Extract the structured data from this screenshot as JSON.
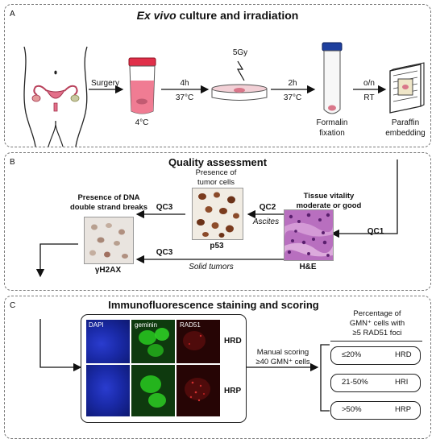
{
  "panelA": {
    "letter": "A",
    "title_italic": "Ex vivo",
    "title_rest": " culture and irradiation",
    "surgery": "Surgery",
    "temp_4c": "4°C",
    "step1_time": "4h",
    "step1_temp": "37°C",
    "dose": "5Gy",
    "step2_time": "2h",
    "step2_temp": "37°C",
    "formalin_line1": "Formalin",
    "formalin_line2": "fixation",
    "step3_time": "o/n",
    "step3_temp": "RT",
    "paraffin_line1": "Paraffin",
    "paraffin_line2": "embedding"
  },
  "panelB": {
    "letter": "B",
    "title": "Quality assessment",
    "tumor_line1": "Presence of",
    "tumor_line2": "tumor cells",
    "dna_line1": "Presence of DNA",
    "dna_line2": "double strand breaks",
    "vitality_line1": "Tissue vitality",
    "vitality_line2": "moderate or good",
    "qc1": "QC1",
    "qc2": "QC2",
    "qc3_top": "QC3",
    "qc3_bottom": "QC3",
    "ascites": "Ascites",
    "solid": "Solid tumors",
    "p53": "p53",
    "gh2ax": "γH2AX",
    "he": "H&E"
  },
  "panelC": {
    "letter": "C",
    "title": "Immunofluorescence staining and scoring",
    "channels": [
      "DAPI",
      "geminin",
      "RAD51"
    ],
    "row_hrd": "HRD",
    "row_hrp": "HRP",
    "manual_line1": "Manual scoring",
    "manual_line2": "≥40 GMN⁺ cells",
    "pct_line1": "Percentage of",
    "pct_line2": "GMN⁺ cells with",
    "pct_line3": "≥5 RAD51 foci",
    "results": [
      {
        "range": "≤20%",
        "label": "HRD"
      },
      {
        "range": "21-50%",
        "label": "HRI"
      },
      {
        "range": ">50%",
        "label": "HRP"
      }
    ]
  },
  "colors": {
    "panel_border": "#7a7a7a",
    "dapi": "#1e2fc8",
    "geminin": "#27c21f",
    "rad51": "#6b0f10",
    "container_pink": "#f07c93",
    "tissue": "#e79aa3",
    "he_purple": "#8a3c9b"
  }
}
